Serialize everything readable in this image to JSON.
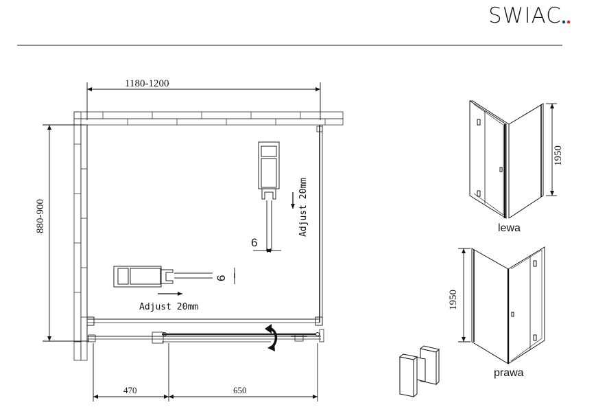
{
  "brand": {
    "name": "SWIAC",
    "dot_colors": [
      "#2b3f8f",
      "#d6282f"
    ]
  },
  "plan": {
    "width_dim": "1180-1200",
    "depth_dim": "880-900",
    "adjust_vertical": "Adjust 20mm",
    "adjust_horizontal": "Adjust 20mm",
    "gap_vertical": "6",
    "gap_horizontal": "6",
    "segment_left": "470",
    "segment_right": "650"
  },
  "views": {
    "left": {
      "height_dim": "1950",
      "caption": "lewa"
    },
    "right": {
      "height_dim": "1950",
      "caption": "prawa"
    }
  }
}
